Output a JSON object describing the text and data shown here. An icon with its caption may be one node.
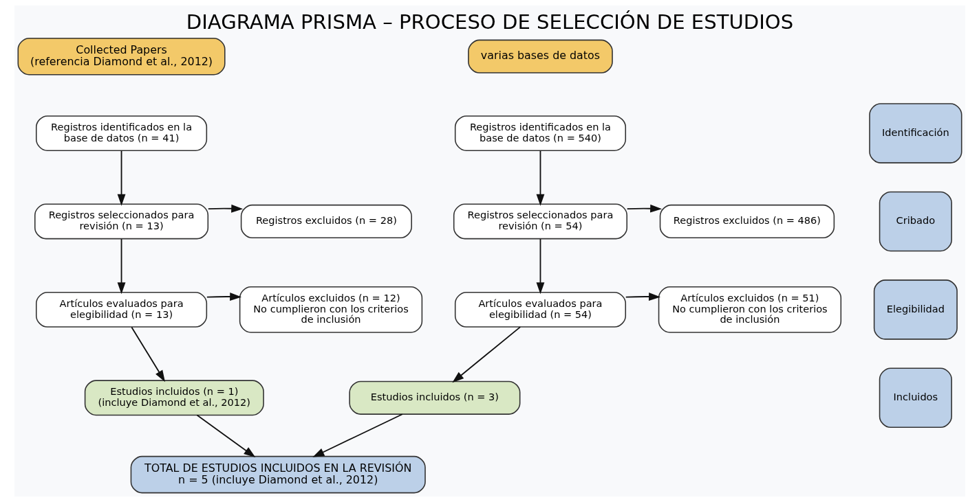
{
  "diagram": {
    "title": "DIAGRAMA PRISMA – PROCESO DE SELECCIÓN DE ESTUDIOS",
    "nodes": [
      {
        "text": [
          "Collected Papers",
          "(referencia Diamond et al., 2012)"
        ]
      },
      {
        "text": [
          "varias bases de datos"
        ]
      },
      {
        "text": [
          "Identificación"
        ]
      },
      {
        "text": [
          "Registros identificados en la base de datos (n = 41)"
        ]
      },
      {
        "text": [
          "Registros identificados en la base de datos (n = 540)"
        ]
      },
      {
        "text": [
          "Cribado"
        ]
      },
      {
        "text": [
          "Registros seleccionados para revisión (n = 13)"
        ]
      },
      {
        "text": [
          "Registros excluidos (n = 28)"
        ]
      },
      {
        "text": [
          "Registros seleccionados para revisión (n = 54)"
        ]
      },
      {
        "text": [
          "Registros excluidos (n = 486)"
        ]
      },
      {
        "text": [
          "Elegibilidad"
        ]
      },
      {
        "text": [
          "Artículos evaluados para elegibilidad (n = 13)"
        ]
      },
      {
        "text": [
          "Artículos excluidos (n = 12)",
          "No cumplieron con los criterios de inclusión"
        ]
      },
      {
        "text": [
          "Artículos evaluados para elegibilidad (n = 54)"
        ]
      },
      {
        "text": [
          "Artículos excluidos (n = 51)",
          "No cumplieron con los criterios de inclusión"
        ]
      },
      {
        "text": [
          "Incluidos"
        ]
      },
      {
        "text": [
          "Estudios incluidos (n = 1) (incluye Diamond et al., 2012)"
        ]
      },
      {
        "text": [
          "Estudios incluidos (n = 3)"
        ]
      },
      {
        "text": [
          "TOTAL DE ESTUDIOS INCLUIDOS EN LA REVISIÓN",
          "n = 5 (incluye Diamond et al., 2012)"
        ]
      }
    ],
    "edges": [
      {
        "from": 3,
        "to": 6,
        "arrow": "to"
      },
      {
        "from": 6,
        "to": 7,
        "arrow": "to"
      },
      {
        "from": 6,
        "to": 11,
        "arrow": "to"
      },
      {
        "from": 11,
        "to": 12,
        "arrow": "to"
      },
      {
        "from": 11,
        "to": 16,
        "arrow": "to"
      },
      {
        "from": 4,
        "to": 8,
        "arrow": "to"
      },
      {
        "from": 8,
        "to": 9,
        "arrow": "to"
      },
      {
        "from": 8,
        "to": 13,
        "arrow": "to"
      },
      {
        "from": 13,
        "to": 14,
        "arrow": "to"
      },
      {
        "from": 13,
        "to": 17,
        "arrow": "to"
      },
      {
        "from": 16,
        "to": 18,
        "arrow": "to"
      },
      {
        "from": 17,
        "to": 18,
        "arrow": "to"
      }
    ]
  }
}
